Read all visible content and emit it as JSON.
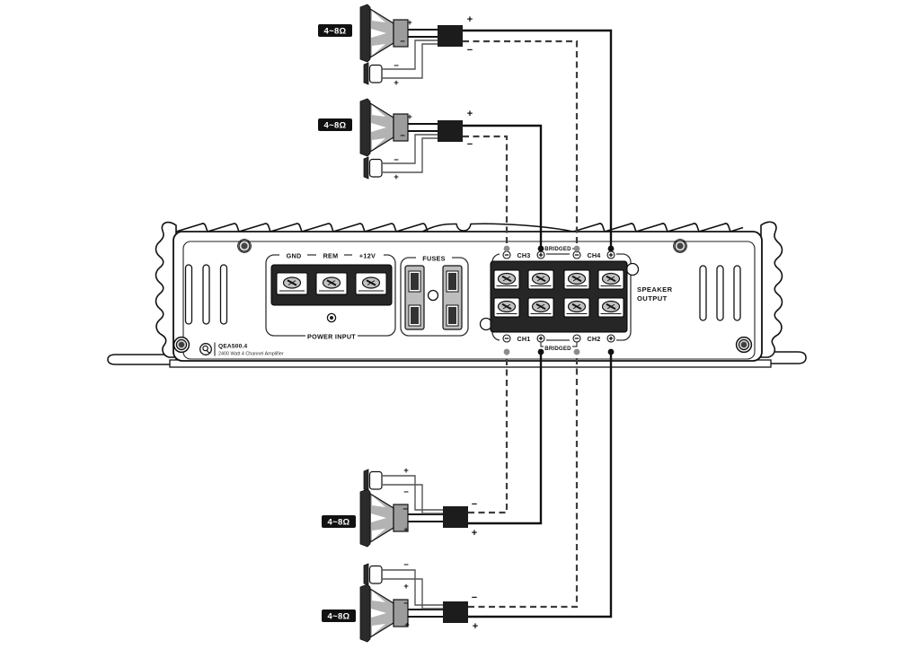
{
  "polarity": {
    "plus": "+",
    "minus": "−"
  },
  "speakers": [
    {
      "impedance": "4~8Ω",
      "position": "top-first",
      "connected_channel": "CH4",
      "components": [
        "woofer",
        "tweeter",
        "crossover"
      ]
    },
    {
      "impedance": "4~8Ω",
      "position": "top-second",
      "connected_channel": "CH3",
      "components": [
        "woofer",
        "tweeter",
        "crossover"
      ]
    },
    {
      "impedance": "4~8Ω",
      "position": "bottom-first",
      "connected_channel": "CH1",
      "components": [
        "woofer",
        "tweeter",
        "crossover"
      ]
    },
    {
      "impedance": "4~8Ω",
      "position": "bottom-second",
      "connected_channel": "CH2",
      "components": [
        "woofer",
        "tweeter",
        "crossover"
      ]
    }
  ],
  "amplifier": {
    "model": "QEA500.4",
    "tagline": "2400 Watt 4 Channel Amplifier",
    "power_input": {
      "label": "POWER INPUT",
      "terminals": [
        "GND",
        "REM",
        "+12V"
      ]
    },
    "fuses": {
      "label": "FUSES"
    },
    "speaker_output": {
      "label_line1": "SPEAKER",
      "label_line2": "OUTPUT",
      "bridged": "BRIDGED",
      "top_channels": [
        "CH3",
        "CH4"
      ],
      "bottom_channels": [
        "CH1",
        "CH2"
      ]
    }
  },
  "icons": {
    "terminal_minus": "circled-minus",
    "terminal_plus": "circled-plus",
    "brand_logo": "q-power-logo",
    "screw": "phillips-screw"
  },
  "colors": {
    "wire_solid": "#111111",
    "wire_dashed": "#3d3d3d",
    "terminal_dot_negative": "#8b8b8b",
    "terminal_dot_positive": "#111111",
    "block_dark": "#262626",
    "speaker_cone_gray": "#b3b3b3",
    "impedance_label_bg": "#111111"
  }
}
